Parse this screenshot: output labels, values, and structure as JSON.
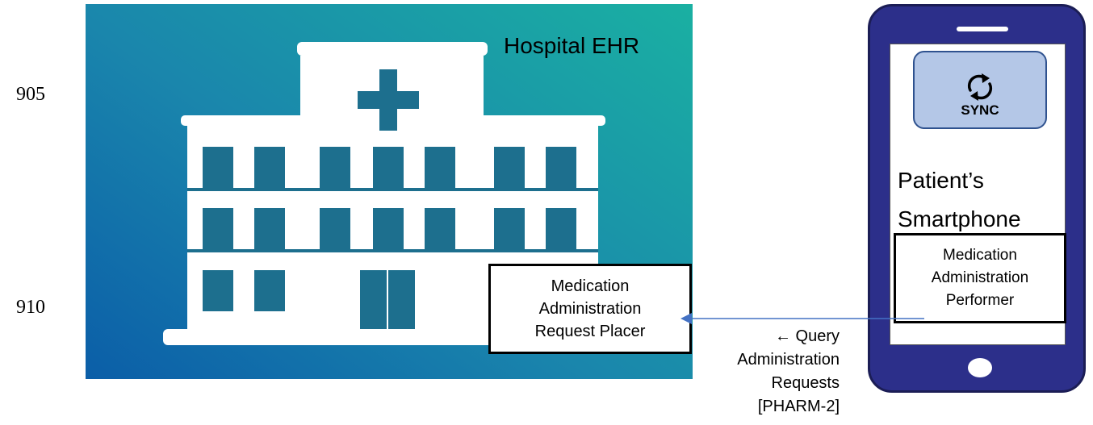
{
  "reference_numbers": {
    "hospital": "905",
    "interaction": "910"
  },
  "hospital": {
    "title": "Hospital EHR",
    "placer_box": {
      "line1": "Medication",
      "line2": "Administration",
      "line3": "Request Placer"
    }
  },
  "phone": {
    "sync_label": "SYNC",
    "title_line1": "Patient’s",
    "title_line2": "Smartphone",
    "performer_box": {
      "line1": "Medication",
      "line2": "Administration",
      "line3": "Performer"
    }
  },
  "transaction": {
    "arrow_glyph": "←",
    "line1": "Query",
    "line2": "Administration",
    "line3": "Requests",
    "line4": "[PHARM-2]"
  },
  "colors": {
    "hospital_gradient_start": "#0b5ea8",
    "hospital_gradient_end": "#1ab0a2",
    "building": "#ffffff",
    "windows": "#1d6f8e",
    "phone_body": "#2c2f8a",
    "sync_tile": "#b4c7e7",
    "arrow": "#4472c4"
  },
  "icons": {
    "hospital": "hospital-building-icon",
    "sync": "sync-arrows-icon",
    "phone_home": "home-button-icon"
  }
}
